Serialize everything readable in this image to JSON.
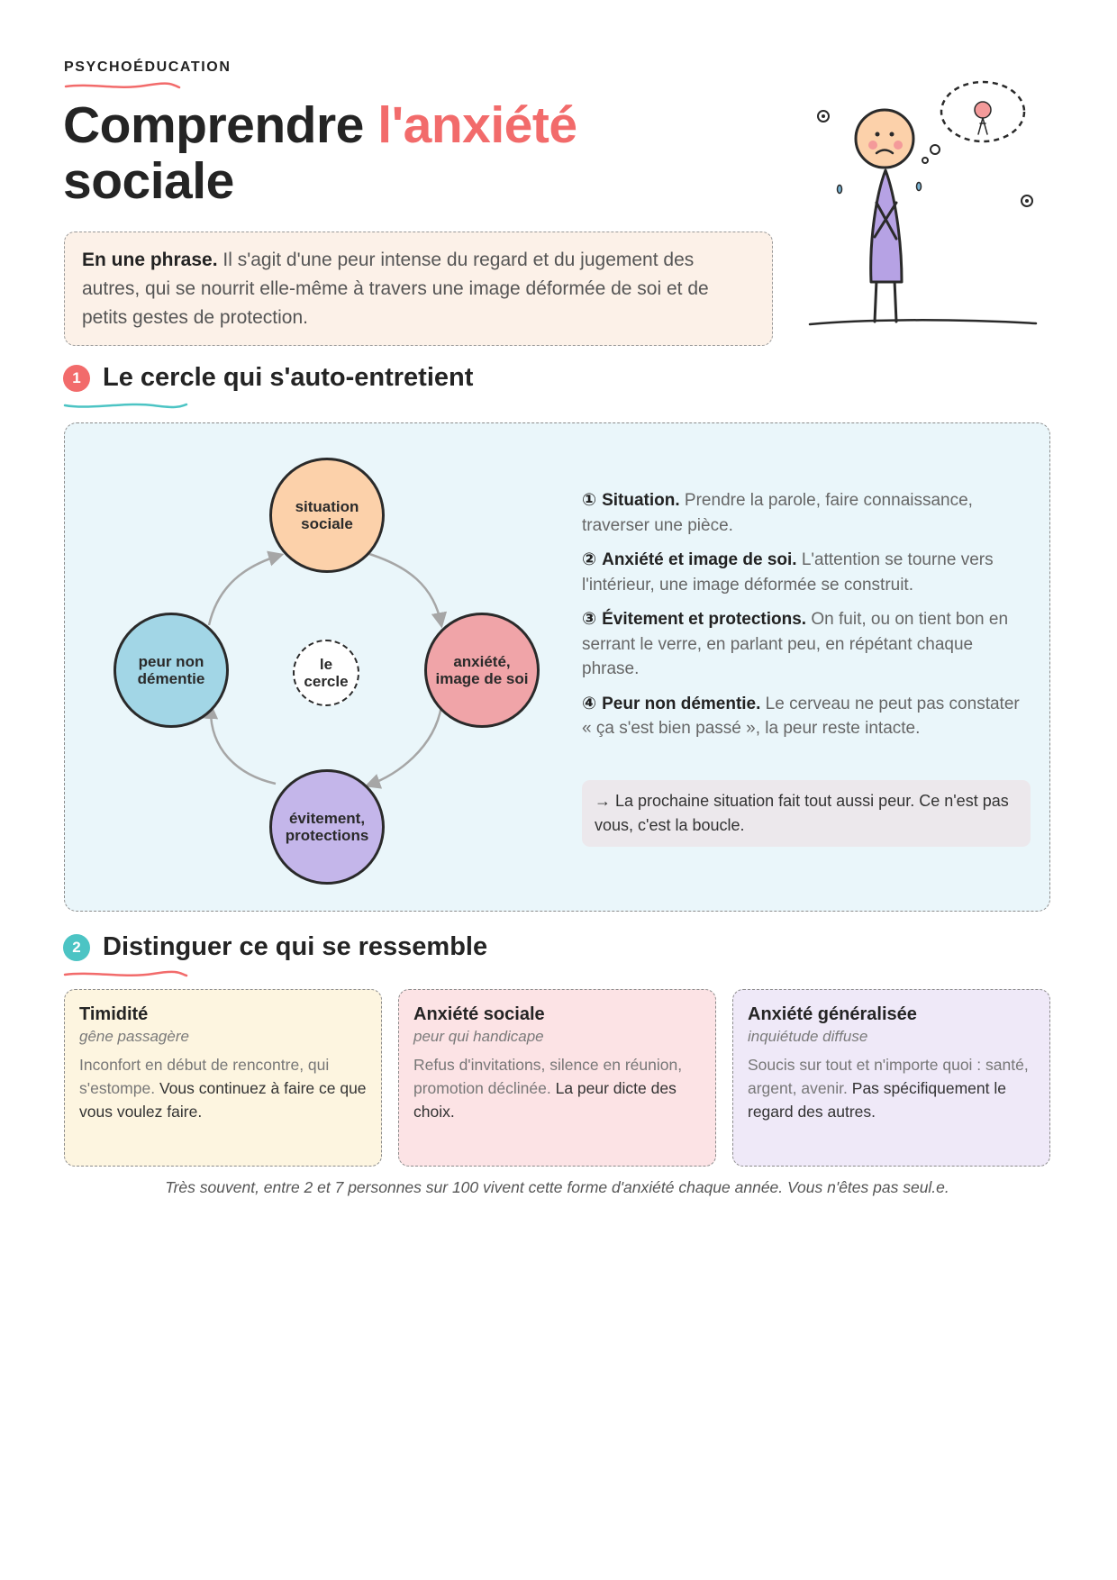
{
  "header": {
    "kicker": "PSYCHOÉDUCATION",
    "title_part1": "Comprendre ",
    "title_accent": "l'anxiété",
    "title_part2": "sociale"
  },
  "summary": {
    "lead": "En une phrase.",
    "text": " Il s'agit d'une peur intense du regard et du jugement des autres, qui se nourrit elle-même à travers une image déformée de soi et de petits gestes de protection."
  },
  "section1": {
    "number": "1",
    "title": "Le cercle qui s'auto-entretient",
    "cycle": {
      "top": [
        "situation",
        "sociale"
      ],
      "right": [
        "anxiété,",
        "image de soi"
      ],
      "bottom": [
        "évitement,",
        "protections"
      ],
      "left": [
        "peur non",
        "démentie"
      ],
      "center": [
        "le",
        "cercle"
      ]
    },
    "steps": [
      {
        "num": "①",
        "title": "Situation.",
        "text": " Prendre la parole, faire connaissance, traverser une pièce."
      },
      {
        "num": "②",
        "title": "Anxiété et image de soi.",
        "text": " L'attention se tourne vers l'intérieur, une image déformée se construit."
      },
      {
        "num": "③",
        "title": "Évitement et protections.",
        "text": " On fuit, ou on tient bon en serrant le verre, en parlant peu, en répétant chaque phrase."
      },
      {
        "num": "④",
        "title": "Peur non démentie.",
        "text": " Le cerveau ne peut pas constater « ça s'est bien passé », la peur reste intacte."
      }
    ],
    "callout": "→ La prochaine situation fait tout aussi peur. Ce n'est pas vous, c'est la boucle."
  },
  "section2": {
    "number": "2",
    "title": "Distinguer ce qui se ressemble",
    "cards": [
      {
        "title": "Timidité",
        "subtitle": "gêne passagère",
        "text": "Inconfort en début de rencontre, qui s'estompe.",
        "text_strong": " Vous continuez à faire ce que vous voulez faire."
      },
      {
        "title": "Anxiété sociale",
        "subtitle": "peur qui handicape",
        "text": "Refus d'invitations, silence en réunion, promotion déclinée.",
        "text_strong": " La peur dicte des choix."
      },
      {
        "title": "Anxiété généralisée",
        "subtitle": "inquiétude diffuse",
        "text": "Soucis sur tout et n'importe quoi : santé, argent, avenir.",
        "text_strong": " Pas spécifiquement le regard des autres."
      }
    ]
  },
  "footnote": "Très souvent, entre 2 et 7 personnes sur 100 vivent cette forme d'anxiété chaque année. Vous n'êtes pas seul.e.",
  "colors": {
    "accent": "#f26b6b",
    "teal": "#4cc4c4",
    "node_top": "#fcd1aa",
    "node_right": "#f0a4a8",
    "node_bottom": "#c4b6ea",
    "node_left": "#a2d6e6",
    "card1": "#fdf5e0",
    "card2": "#fce3e5",
    "card3": "#efe9f8"
  }
}
